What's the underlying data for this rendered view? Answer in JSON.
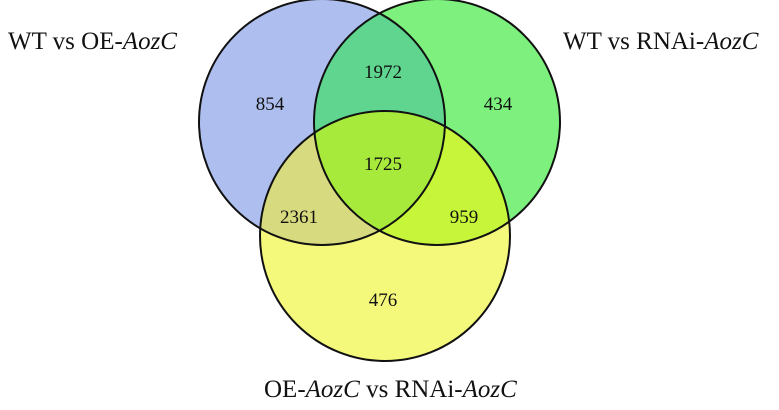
{
  "venn": {
    "sets": [
      {
        "id": "a",
        "label_prefix": "WT vs OE-",
        "label_italic": "AozC",
        "fill": "#aebfef",
        "stroke": "#111111"
      },
      {
        "id": "b",
        "label_prefix": "WT vs RNAi-",
        "label_italic": "AozC",
        "fill": "#7ef07e",
        "stroke": "#111111"
      },
      {
        "id": "c",
        "label_prefix": "OE-",
        "label_italic": "AozC",
        "label_middle": " vs RNAi-",
        "label_italic2": "AozC",
        "fill": "#f5f97b",
        "stroke": "#111111"
      }
    ],
    "regions": {
      "a_only": "854",
      "b_only": "434",
      "c_only": "476",
      "ab": "1972",
      "ac": "2361",
      "bc": "959",
      "abc": "1725"
    },
    "overlap_colors": {
      "ab": "#5fd58f",
      "ac": "#d8da7f",
      "bc": "#c6f53a",
      "abc": "#a8ea3c"
    }
  }
}
